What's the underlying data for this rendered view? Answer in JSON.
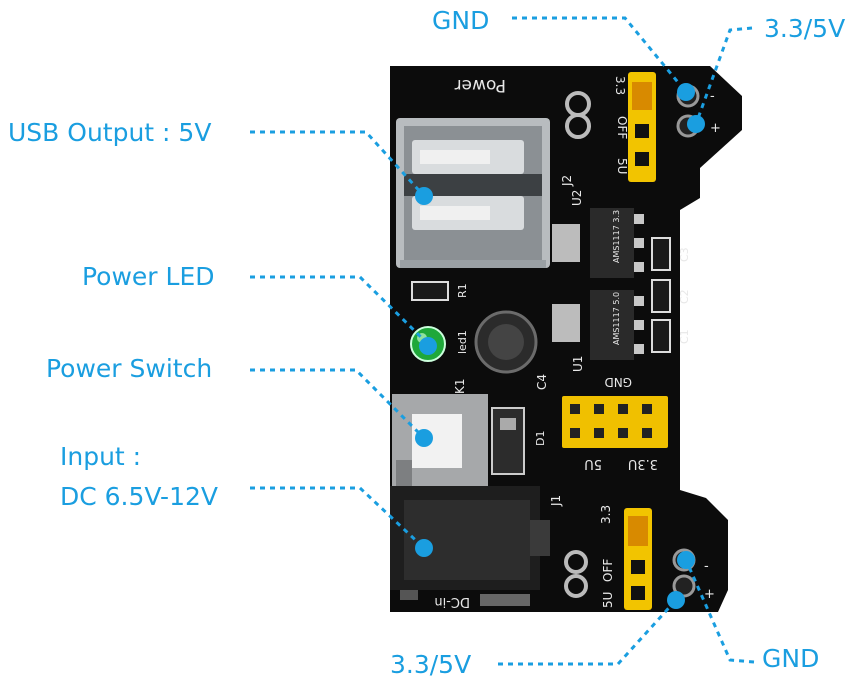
{
  "callouts": {
    "gnd_top": "GND",
    "v33_5v_top": "3.3/5V",
    "usb_output": "USB Output : 5V",
    "power_led": "Power LED",
    "power_switch": "Power Switch",
    "input_line1": "Input :",
    "input_line2": "DC 6.5V-12V",
    "v33_5v_bottom": "3.3/5V",
    "gnd_bottom": "GND"
  },
  "silkscreen": {
    "power": "Power",
    "j2": "J2",
    "u2": "U2",
    "u1": "U1",
    "r1": "R1",
    "led1": "led1",
    "k1": "K1",
    "c4": "C4",
    "c1": "C1",
    "c2": "C2",
    "c3": "C3",
    "d1": "D1",
    "j1": "J1",
    "gnd": "GND",
    "five_v": "5U",
    "three_three_v": "3.3U",
    "jumper_33": "3.3",
    "jumper_off": "OFF",
    "jumper_5v": "5U",
    "dc_in": "DC-in",
    "reg_u2": "AMS1117 3.3",
    "reg_u1": "AMS1117 5.0",
    "plus": "+",
    "minus": "-"
  },
  "colors": {
    "accent": "#1a9ee0",
    "board": "#0c0c0c",
    "jumper": "#f2c400",
    "led": "#1fa83a"
  }
}
